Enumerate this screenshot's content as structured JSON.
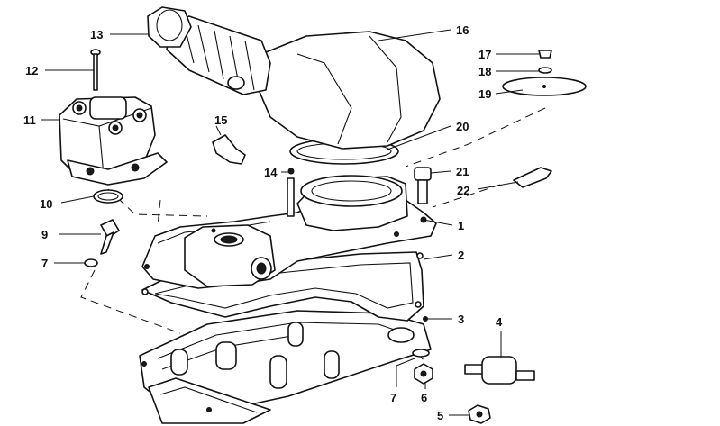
{
  "callouts": [
    {
      "id": "1",
      "text": "1"
    },
    {
      "id": "2",
      "text": "2"
    },
    {
      "id": "3",
      "text": "3"
    },
    {
      "id": "4",
      "text": "4"
    },
    {
      "id": "5",
      "text": "5"
    },
    {
      "id": "6",
      "text": "6"
    },
    {
      "id": "7a",
      "text": "7"
    },
    {
      "id": "7b",
      "text": "7"
    },
    {
      "id": "9",
      "text": "9"
    },
    {
      "id": "10",
      "text": "10"
    },
    {
      "id": "11",
      "text": "11"
    },
    {
      "id": "12",
      "text": "12"
    },
    {
      "id": "13",
      "text": "13"
    },
    {
      "id": "14",
      "text": "14"
    },
    {
      "id": "15",
      "text": "15"
    },
    {
      "id": "16",
      "text": "16"
    },
    {
      "id": "17",
      "text": "17"
    },
    {
      "id": "18",
      "text": "18"
    },
    {
      "id": "19",
      "text": "19"
    },
    {
      "id": "20",
      "text": "20"
    },
    {
      "id": "21",
      "text": "21"
    },
    {
      "id": "22",
      "text": "22"
    }
  ],
  "colors": {
    "ink": "#111111",
    "paper": "#ffffff"
  }
}
